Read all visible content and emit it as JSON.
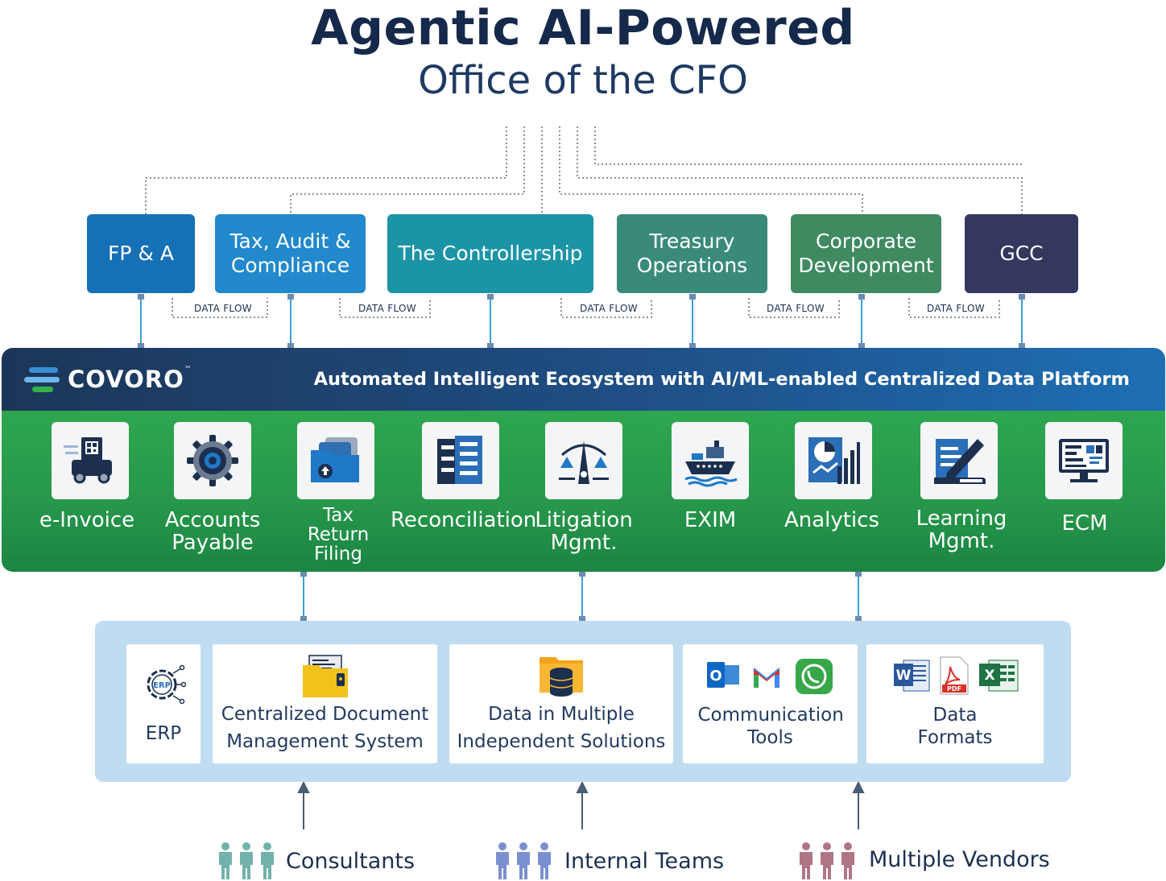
{
  "header": {
    "title": "Agentic AI-Powered",
    "subtitle": "Office of the CFO"
  },
  "functions": [
    {
      "label": "FP & A",
      "color": "#1670b6"
    },
    {
      "label": "Tax, Audit & Compliance",
      "color": "#2189cc"
    },
    {
      "label": "The Controllership",
      "color": "#1b94a6"
    },
    {
      "label": "Treasury Operations",
      "color": "#3a8a7a"
    },
    {
      "label": "Corporate Development",
      "color": "#3f8a61"
    },
    {
      "label": "GCC",
      "color": "#34385e"
    }
  ],
  "data_flow_labels": [
    "DATA FLOW",
    "DATA FLOW",
    "DATA FLOW",
    "DATA FLOW",
    "DATA FLOW"
  ],
  "platform": {
    "brand": "COVORO",
    "trademark": "™",
    "tagline": "Automated Intelligent Ecosystem with AI/ML-enabled Centralized Data Platform"
  },
  "modules": [
    {
      "label": "e-Invoice",
      "icon": "e-invoice-truck-icon"
    },
    {
      "label": "Accounts Payable",
      "icon": "gear-icon"
    },
    {
      "label": "Tax Return Filing",
      "icon": "upload-folder-icon"
    },
    {
      "label": "Reconciliation",
      "icon": "ledger-icon"
    },
    {
      "label": "Litigation Mgmt.",
      "icon": "scales-icon"
    },
    {
      "label": "EXIM",
      "icon": "cargo-ship-icon"
    },
    {
      "label": "Analytics",
      "icon": "analytics-chart-icon"
    },
    {
      "label": "Learning Mgmt.",
      "icon": "pen-document-icon"
    },
    {
      "label": "ECM",
      "icon": "monitor-icon"
    }
  ],
  "sources": [
    {
      "label": "ERP",
      "icon": "erp-icon"
    },
    {
      "label": "Centralized Document Management System",
      "icon": "document-folder-icon"
    },
    {
      "label": "Data in Multiple Independent Solutions",
      "icon": "database-folder-icon"
    },
    {
      "label": "Communication Tools",
      "icon": "outlook-gmail-whatsapp-icons",
      "icon_letters": [
        "O",
        "M"
      ]
    },
    {
      "label": "Data Formats",
      "icon": "word-pdf-excel-icons",
      "icon_letters": [
        "W",
        "PDF",
        "X"
      ]
    }
  ],
  "people": [
    {
      "label": "Consultants",
      "color": "#72b2aa"
    },
    {
      "label": "Internal Teams",
      "color": "#7b8fd0"
    },
    {
      "label": "Multiple Vendors",
      "color": "#b07583"
    }
  ],
  "colors": {
    "platform_green": "#27984b",
    "platform_navy": "#1c3658",
    "source_panel": "#bfdcf1",
    "connector": "#3aa0d6"
  }
}
